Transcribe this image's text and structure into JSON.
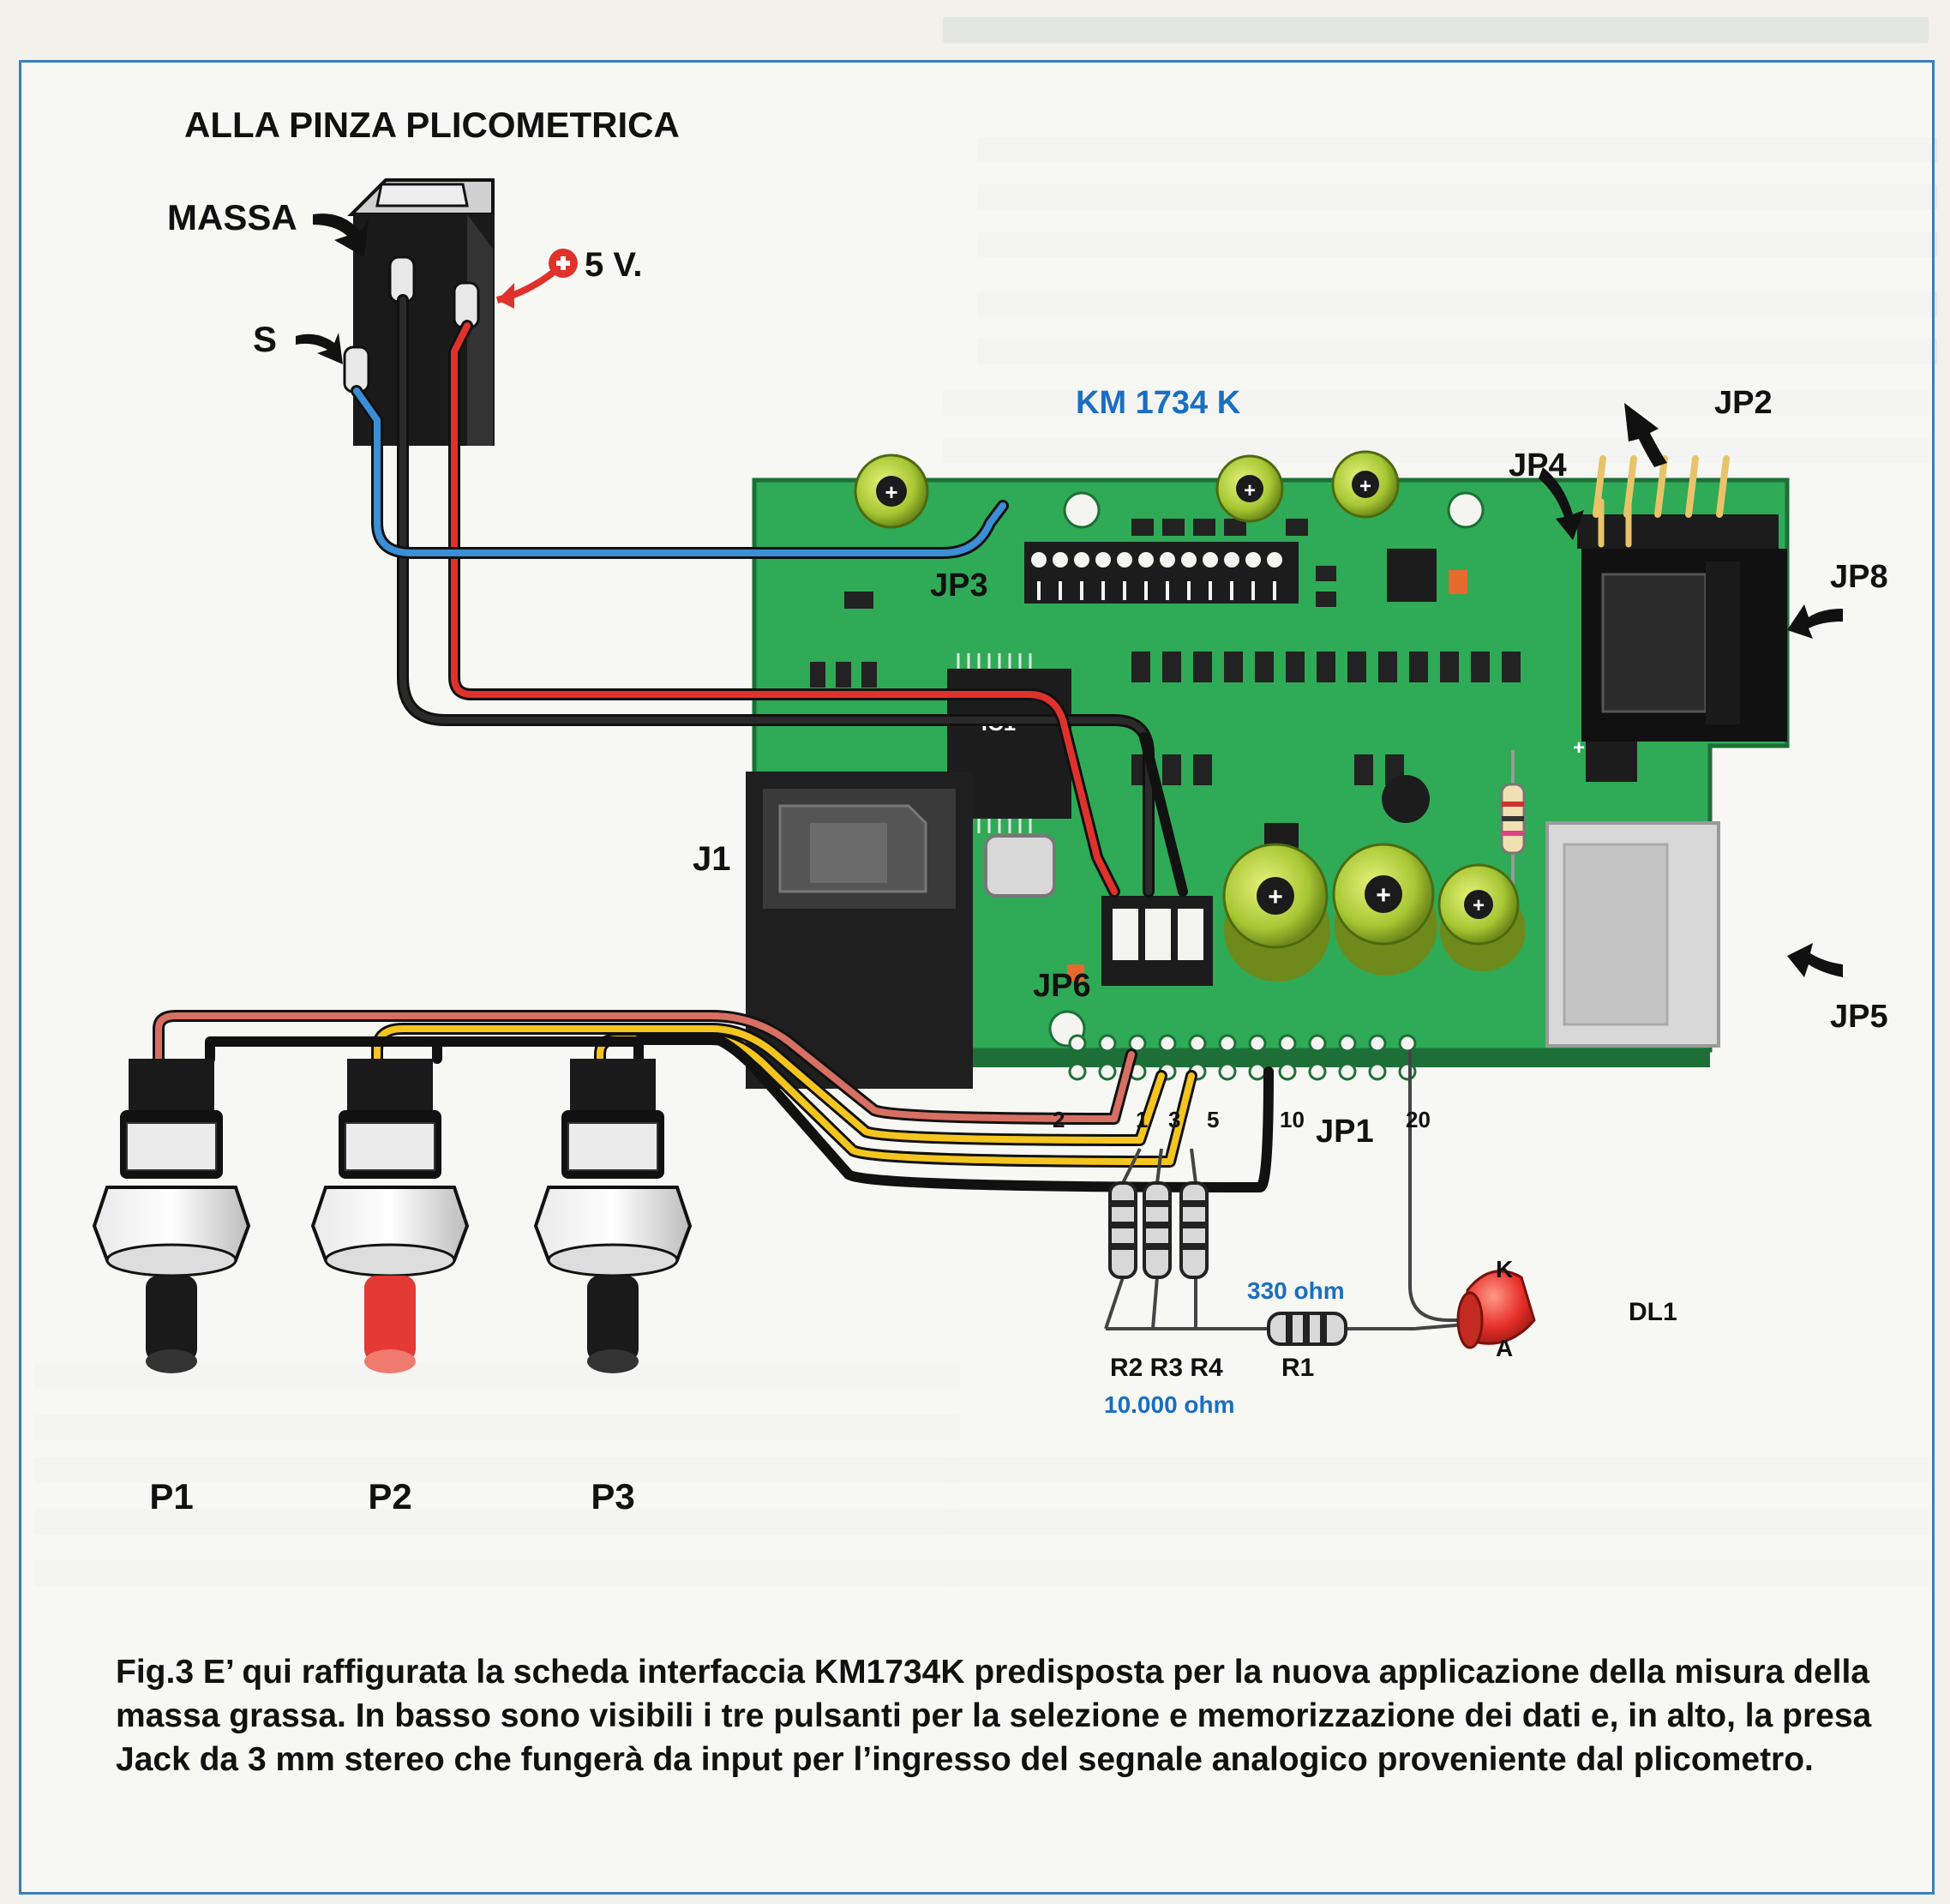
{
  "figure": {
    "header_label": "ALLA PINZA PLICOMETRICA",
    "labels": {
      "massa": "MASSA",
      "five_v": "5 V.",
      "s": "S",
      "board": "KM 1734 K",
      "jp1": "JP1",
      "jp2": "JP2",
      "jp3": "JP3",
      "jp4": "JP4",
      "jp5": "JP5",
      "jp6": "JP6",
      "jp8": "JP8",
      "j1": "J1",
      "p1": "P1",
      "p2": "P2",
      "p3": "P3",
      "r1": "R1",
      "r2r3r4": "R2 R3 R4",
      "dl1": "DL1",
      "k": "K",
      "a": "A",
      "ohm330": "330 ohm",
      "ohm10000": "10.000 ohm",
      "pin2": "2",
      "pin1": "1",
      "pin3": "3",
      "pin5": "5",
      "pin10": "10",
      "pin20": "20",
      "ic1": "IC1"
    },
    "colors": {
      "board": "#2faa57",
      "wire_red": "#e0322d",
      "wire_blue": "#3a8fd6",
      "wire_yellow": "#f4c51f",
      "wire_black": "#1b1b1b",
      "led": "#e8302a",
      "capacitor": "#a7c734",
      "frame": "#3b7fb8"
    }
  },
  "caption": "Fig.3 E’ qui raffigurata la scheda interfaccia KM1734K predisposta per la nuova applicazione della misura della massa grassa. In basso sono visibili i tre pulsanti per la selezione e memorizzazione dei dati e, in alto, la presa Jack da 3 mm stereo che fungerà da input per l’ingresso del segnale analogico proveniente dal plicometro."
}
